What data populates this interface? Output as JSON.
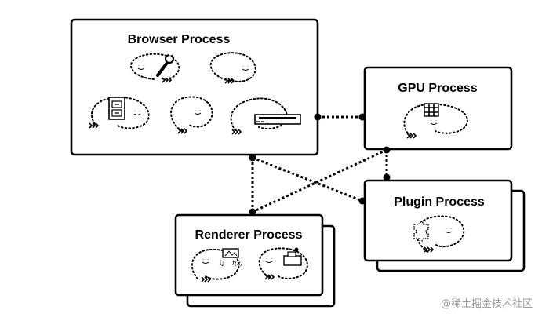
{
  "processes": {
    "browser": "Browser Process",
    "gpu": "GPU Process",
    "plugin": "Plugin Process",
    "renderer": "Renderer Process"
  },
  "icons": [
    "wrench-icon",
    "file-cabinet-icon",
    "network-card-icon",
    "gpu-chip-icon",
    "puzzle-piece-icon",
    "web-content-icon",
    "rendering-engine-icon"
  ],
  "watermark": "@稀土掘金技术社区",
  "colors": {
    "stroke": "#000000",
    "background": "#ffffff",
    "watermark": "#9a9a9a"
  }
}
